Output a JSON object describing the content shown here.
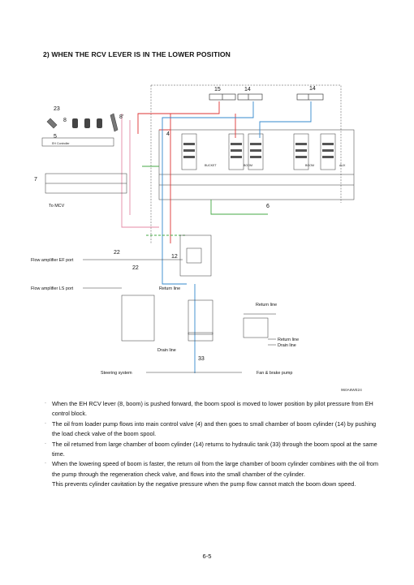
{
  "heading": "2) WHEN THE RCV LEVER IS IN THE LOWER POSITION",
  "diagram": {
    "numbers": [
      "15",
      "14",
      "14",
      "23",
      "8",
      "8'",
      "5",
      "4",
      "7",
      "6",
      "22",
      "12",
      "22",
      "33"
    ],
    "labels": {
      "to_mcv": "To MCV",
      "flow_ef": "Flow amplifier EF port",
      "flow_ls": "Flow amplifier LS port",
      "return_line_a": "Return line",
      "return_line_b": "Return line",
      "return_line_c": "Return line",
      "drain_line_a": "Drain line",
      "drain_line_b": "Drain line",
      "steering": "Steering system",
      "fan_brake": "Fan & brake pump",
      "eh_controller": "EH Controller",
      "bucket": "BUCKET",
      "boom_a": "BOOM",
      "boom_b": "BOOM",
      "aux": "AUX"
    },
    "figure_code": "960A6WE24"
  },
  "paragraphs": [
    "When the EH RCV lever (8, boom) is pushed forward, the boom spool is moved to lower position by pilot pressure from EH control block.",
    "The oil from loader pump flows into main control valve (4) and then goes to small chamber of boom cylinder (14) by pushing the load check valve of the boom spool.",
    "The oil returned from large chamber of boom cylinder (14) returns to hydraulic tank (33) through the boom spool at the same time.",
    "When the lowering speed of boom is faster, the return oil from the large chamber of boom cylinder combines with the oil from the pump through the regeneration check valve, and flows into the small chamber of the cylinder."
  ],
  "continuation": "This prevents cylinder cavitation by the negative pressure when the pump flow cannot match the boom down speed.",
  "page_number": "6-5"
}
